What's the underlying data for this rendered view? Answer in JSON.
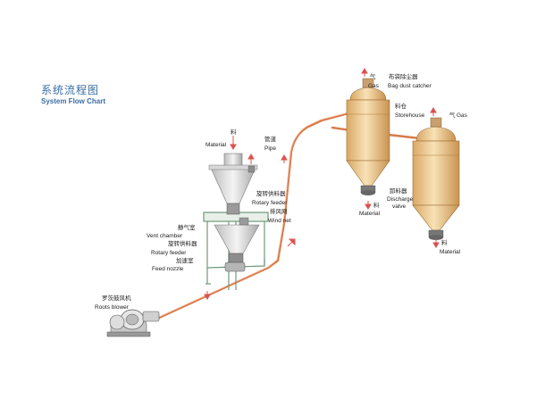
{
  "header": {
    "title_cn": "系统流程图",
    "title_en": "System Flow Chart"
  },
  "labels": {
    "material_cn_1": "料",
    "material_en_1": "Material",
    "rotary_feeder_top_cn": "旋转供料器",
    "rotary_feeder_top_en": "Rotary feeder",
    "wind_net_cn": "排风网",
    "wind_net_en": "Wind net",
    "vent_chamber_cn": "静气室",
    "vent_chamber_en": "Vent chamber",
    "rotary_feeder_cn": "旋转供料器",
    "rotary_feeder_en": "Rotary feeder",
    "feed_nozzle_cn": "加速室",
    "feed_nozzle_en": "Feed nozzle",
    "roots_blower_cn": "罗茨鼓风机",
    "roots_blower_en": "Roots blower",
    "pipe_cn": "管道",
    "pipe_en": "Pipe",
    "gas_cn_1": "气",
    "gas_en_1": "Gas",
    "bag_dust_catcher_cn": "布袋除尘器",
    "bag_dust_catcher_en": "Bag dust catcher",
    "storehouse_cn": "料仓",
    "storehouse_en": "Storehouse",
    "gas_cn_2": "气",
    "gas_en_2": "Gas",
    "discharge_valve_cn": "卸料器",
    "discharge_valve_en_1": "Discharge",
    "discharge_valve_en_2": "valve",
    "material_cn_2": "料",
    "material_en_2": "Material",
    "material_cn_3": "料",
    "material_en_3": "Material"
  },
  "colors": {
    "title": "#3a6ea5",
    "silo_fill": "#f2d5a0",
    "silo_shade": "#d9a865",
    "pipe": "#e48a5a",
    "frame": "#7fa58a",
    "hopper": "#e3e3e3",
    "arrow": "#d9534f"
  }
}
